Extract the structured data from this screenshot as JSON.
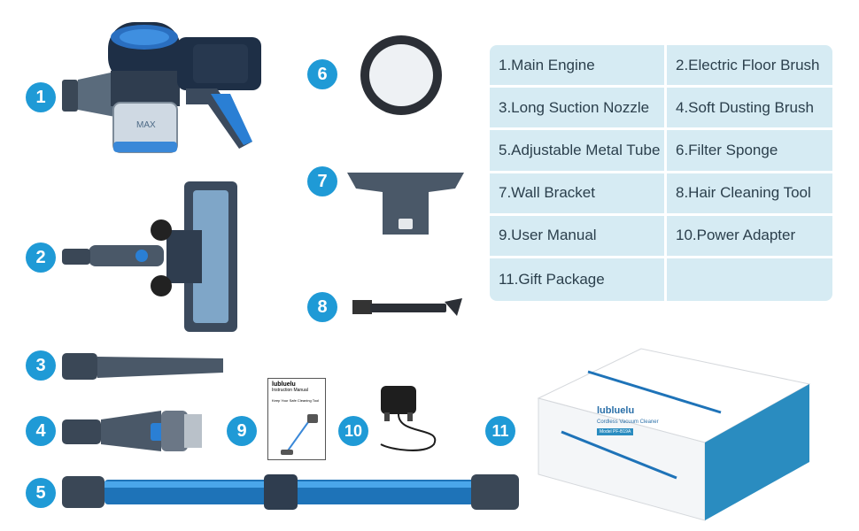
{
  "badges": [
    "1",
    "2",
    "3",
    "4",
    "5",
    "6",
    "7",
    "8",
    "9",
    "10",
    "11"
  ],
  "items": [
    "1.Main Engine",
    "2.Electric Floor Brush",
    "3.Long Suction Nozzle",
    "4.Soft Dusting Brush",
    "5.Adjustable Metal Tube",
    "6.Filter Sponge",
    "7.Wall Bracket",
    "8.Hair Cleaning Tool",
    "9.User Manual",
    "10.Power Adapter",
    "11.Gift Package",
    ""
  ],
  "engine": {
    "max_label": "MAX"
  },
  "manual": {
    "brand": "lubluelu",
    "title": "Instruction Manual",
    "subtitle": "Keep Your Safe Cleaning Tool"
  },
  "box": {
    "brand": "lubluelu",
    "subtitle": "Cordless Vacuum Cleaner",
    "tag": "Model PF-B19A"
  },
  "colors": {
    "accent": "#1f9ad6",
    "table_bg": "#d6ebf3",
    "tube": "#1e73b8",
    "dark": "#4a5564"
  }
}
